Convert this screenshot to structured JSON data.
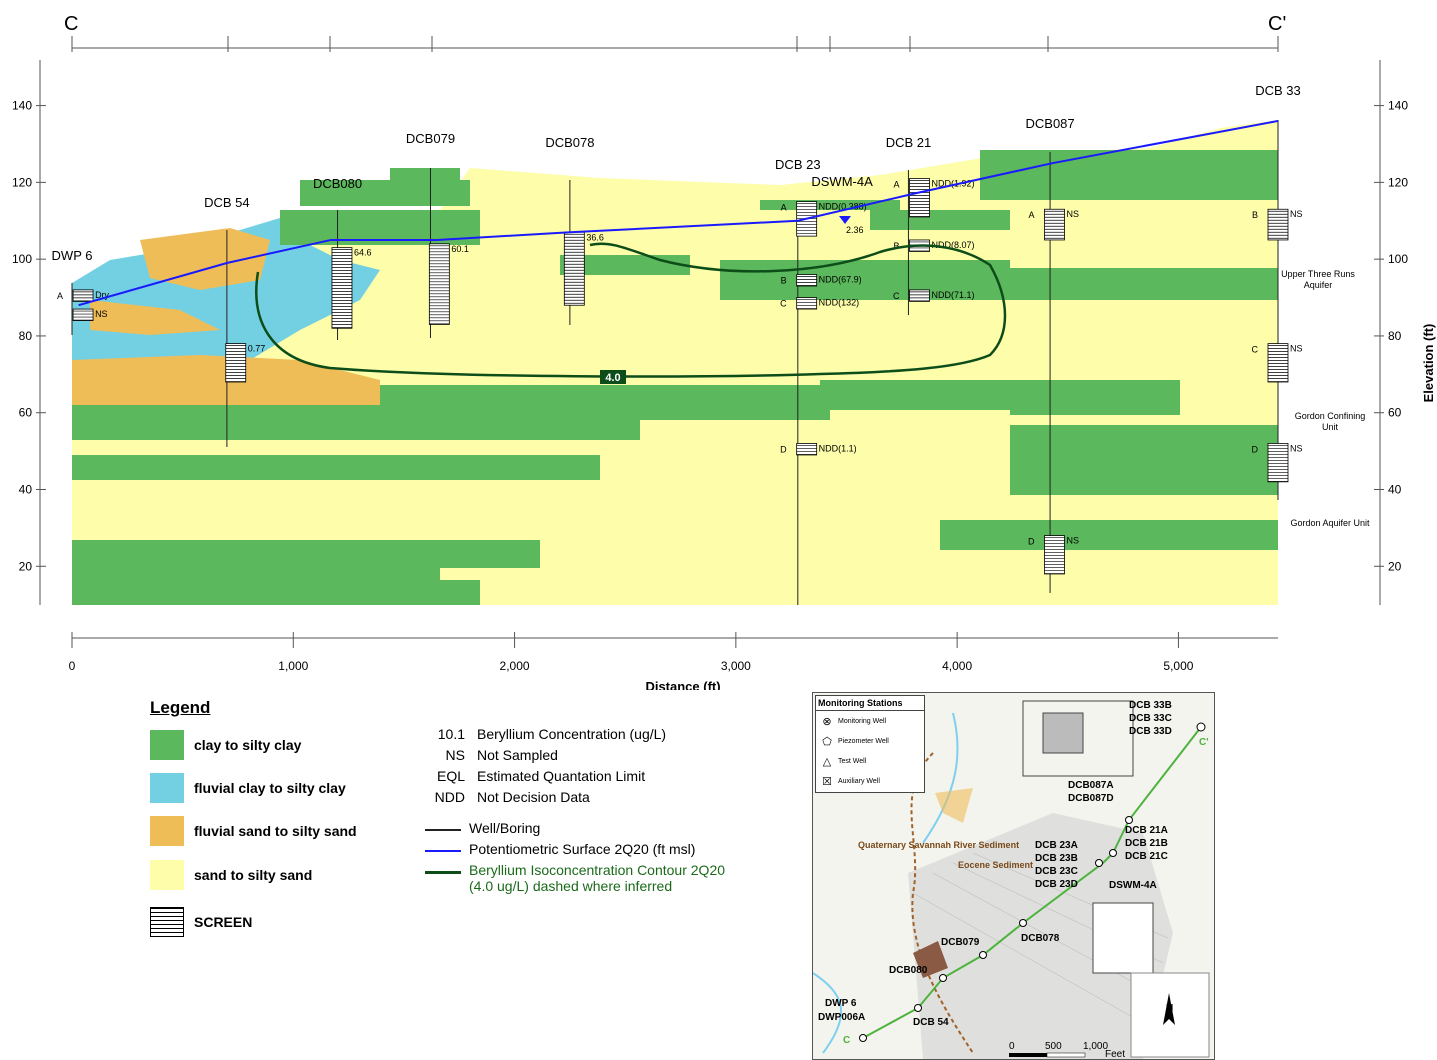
{
  "section": {
    "start_label": "C",
    "end_label": "C'",
    "y_axis_label": "Elevation (ft)",
    "x_axis_label": "Distance (ft)",
    "x_ticks": [
      "0",
      "1,000",
      "2,000",
      "3,000",
      "4,000",
      "5,000"
    ],
    "y_ticks": [
      "20",
      "40",
      "60",
      "80",
      "100",
      "120",
      "140"
    ]
  },
  "chart_data": {
    "type": "cross-section",
    "xlabel": "Distance (ft)",
    "ylabel": "Elevation (ft)",
    "xlim": [
      0,
      5450
    ],
    "ylim": [
      12,
      155
    ],
    "wells": [
      {
        "name": "DWP 6",
        "x": 0
      },
      {
        "name": "DCB 54",
        "x": 700
      },
      {
        "name": "DCB080",
        "x": 1200
      },
      {
        "name": "DCB079",
        "x": 1620
      },
      {
        "name": "DCB078",
        "x": 2250
      },
      {
        "name": "DCB 23",
        "x": 3280
      },
      {
        "name": "DSWM-4A",
        "x": 3480
      },
      {
        "name": "DCB 21",
        "x": 3780
      },
      {
        "name": "DCB087",
        "x": 4420
      },
      {
        "name": "DCB 33",
        "x": 5450
      }
    ],
    "screens": [
      {
        "x": 50,
        "top": 92,
        "bottom": 89,
        "label": "Dry",
        "zone": "A"
      },
      {
        "x": 50,
        "top": 87,
        "bottom": 84,
        "label": "NS",
        "zone": ""
      },
      {
        "x": 740,
        "top": 78,
        "bottom": 68,
        "label": "0.77",
        "zone": ""
      },
      {
        "x": 1220,
        "top": 103,
        "bottom": 82,
        "label": "64.6",
        "zone": ""
      },
      {
        "x": 1660,
        "top": 104,
        "bottom": 83,
        "label": "60.1",
        "zone": ""
      },
      {
        "x": 2270,
        "top": 107,
        "bottom": 88,
        "label": "36.6",
        "zone": ""
      },
      {
        "x": 3320,
        "top": 115,
        "bottom": 106,
        "label": "NDD(0.388)",
        "zone": "A"
      },
      {
        "x": 3320,
        "top": 96,
        "bottom": 93,
        "label": "NDD(67.9)",
        "zone": "B"
      },
      {
        "x": 3320,
        "top": 90,
        "bottom": 87,
        "label": "NDD(132)",
        "zone": "C"
      },
      {
        "x": 3320,
        "top": 52,
        "bottom": 49,
        "label": "NDD(1.1)",
        "zone": "D"
      },
      {
        "x": 3830,
        "top": 121,
        "bottom": 111,
        "label": "NDD(1.92)",
        "zone": "A"
      },
      {
        "x": 3830,
        "top": 105,
        "bottom": 102,
        "label": "NDD(8.07)",
        "zone": "B"
      },
      {
        "x": 3830,
        "top": 92,
        "bottom": 89,
        "label": "NDD(71.1)",
        "zone": "C"
      },
      {
        "x": 4440,
        "top": 113,
        "bottom": 105,
        "label": "NS",
        "zone": "A"
      },
      {
        "x": 4440,
        "top": 28,
        "bottom": 18,
        "label": "NS",
        "zone": "D"
      },
      {
        "x": 5450,
        "top": 113,
        "bottom": 105,
        "label": "NS",
        "zone": "B"
      },
      {
        "x": 5450,
        "top": 78,
        "bottom": 68,
        "label": "NS",
        "zone": "C"
      },
      {
        "x": 5450,
        "top": 52,
        "bottom": 42,
        "label": "NS",
        "zone": "D"
      }
    ],
    "potentiometric_surface": {
      "x": [
        30,
        700,
        1170,
        1650,
        2250,
        3280,
        3800,
        4430,
        5450
      ],
      "y": [
        88,
        99,
        105,
        105,
        107,
        110,
        117,
        125,
        136
      ]
    },
    "water_level_label": "2.36",
    "contour_label": "4.0",
    "units": [
      {
        "label": "Upper Three Runs Aquifer",
        "zone": "B"
      },
      {
        "label": "Gordon Confining Unit",
        "zone": "C"
      },
      {
        "label": "Gordon Aquifer Unit",
        "zone": "D"
      }
    ]
  },
  "legend": {
    "title": "Legend",
    "soils": [
      {
        "label": "clay to silty clay",
        "color": "#5cb85c"
      },
      {
        "label": "fluvial clay to silty clay",
        "color": "#73d0e3"
      },
      {
        "label": "fluvial sand to silty sand",
        "color": "#efbd58"
      },
      {
        "label": "sand to silty sand",
        "color": "#fdfdaa"
      }
    ],
    "screen_label": "SCREEN",
    "abbreviations": [
      {
        "code": "10.1",
        "text": "Beryllium Concentration (ug/L)"
      },
      {
        "code": "NS",
        "text": "Not Sampled"
      },
      {
        "code": "EQL",
        "text": "Estimated Quantation Limit"
      },
      {
        "code": "NDD",
        "text": "Not Decision Data"
      }
    ],
    "lines": [
      {
        "text": "Well/Boring",
        "color": "#222222",
        "text_color": "#000000"
      },
      {
        "text": "Potentiometric Surface 2Q20 (ft msl)",
        "color": "#1a1aff",
        "text_color": "#000000"
      },
      {
        "text": "Beryllium Isoconcentration Contour 2Q20 (4.0 ug/L) dashed where inferred",
        "color": "#0d4d1a",
        "text_color": "#1a6a1a"
      }
    ]
  },
  "map": {
    "stations_title": "Monitoring Stations",
    "stations": [
      "Monitoring Well",
      "Piezometer Well",
      "Test Well",
      "Auxiliary Well"
    ],
    "labels": [
      "DCB 33B",
      "DCB 33C",
      "DCB 33D",
      "C'",
      "DCB087A",
      "DCB087D",
      "DCB 21A",
      "DCB 21B",
      "DCB 21C",
      "DCB 23A",
      "DCB 23B",
      "DCB 23C",
      "DCB 23D",
      "DSWM-4A",
      "DCB078",
      "DCB079",
      "DCB080",
      "DWP 6",
      "DWP006A",
      "DCB 54",
      "C"
    ],
    "region_quaternary": "Quaternary Savannah River Sediment",
    "region_eocene": "Eocene Sediment",
    "scale": [
      "0",
      "500",
      "1,000",
      "Feet"
    ],
    "north": "N"
  }
}
